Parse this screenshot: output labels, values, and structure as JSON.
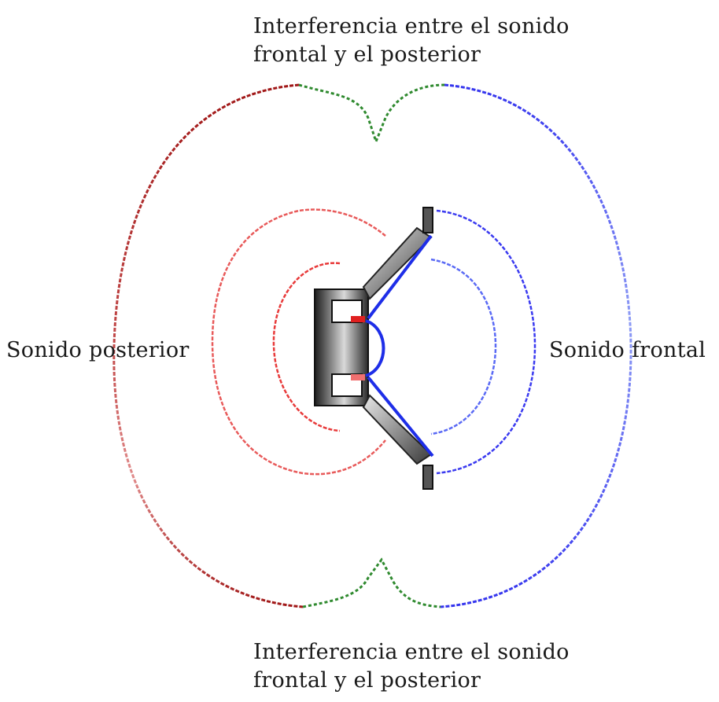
{
  "labels": {
    "top_line1": "Interferencia entre el sonido",
    "top_line2": "frontal y el posterior",
    "bottom_line1": "Interferencia entre el sonido",
    "bottom_line2": "frontal y el posterior",
    "rear": "Sonido posterior",
    "front": "Sonido frontal"
  },
  "colors": {
    "rear_wave": "#e24a4a",
    "rear_wave_dark": "#a01616",
    "front_wave": "#3a3af0",
    "interference": "#2f8a2f",
    "speaker": "#2a2a2a"
  }
}
